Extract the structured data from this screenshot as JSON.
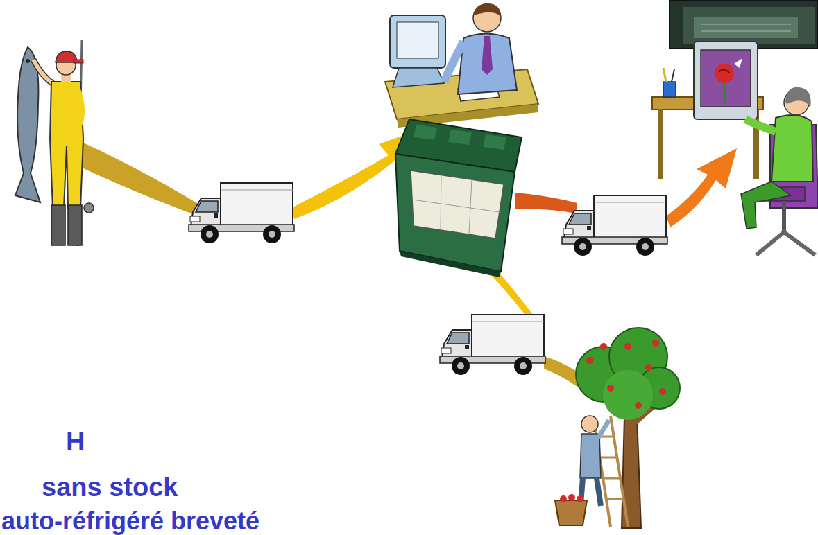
{
  "diagram": {
    "labels": [
      "H",
      "sans stock",
      "auto-réfrigéré breveté"
    ]
  }
}
